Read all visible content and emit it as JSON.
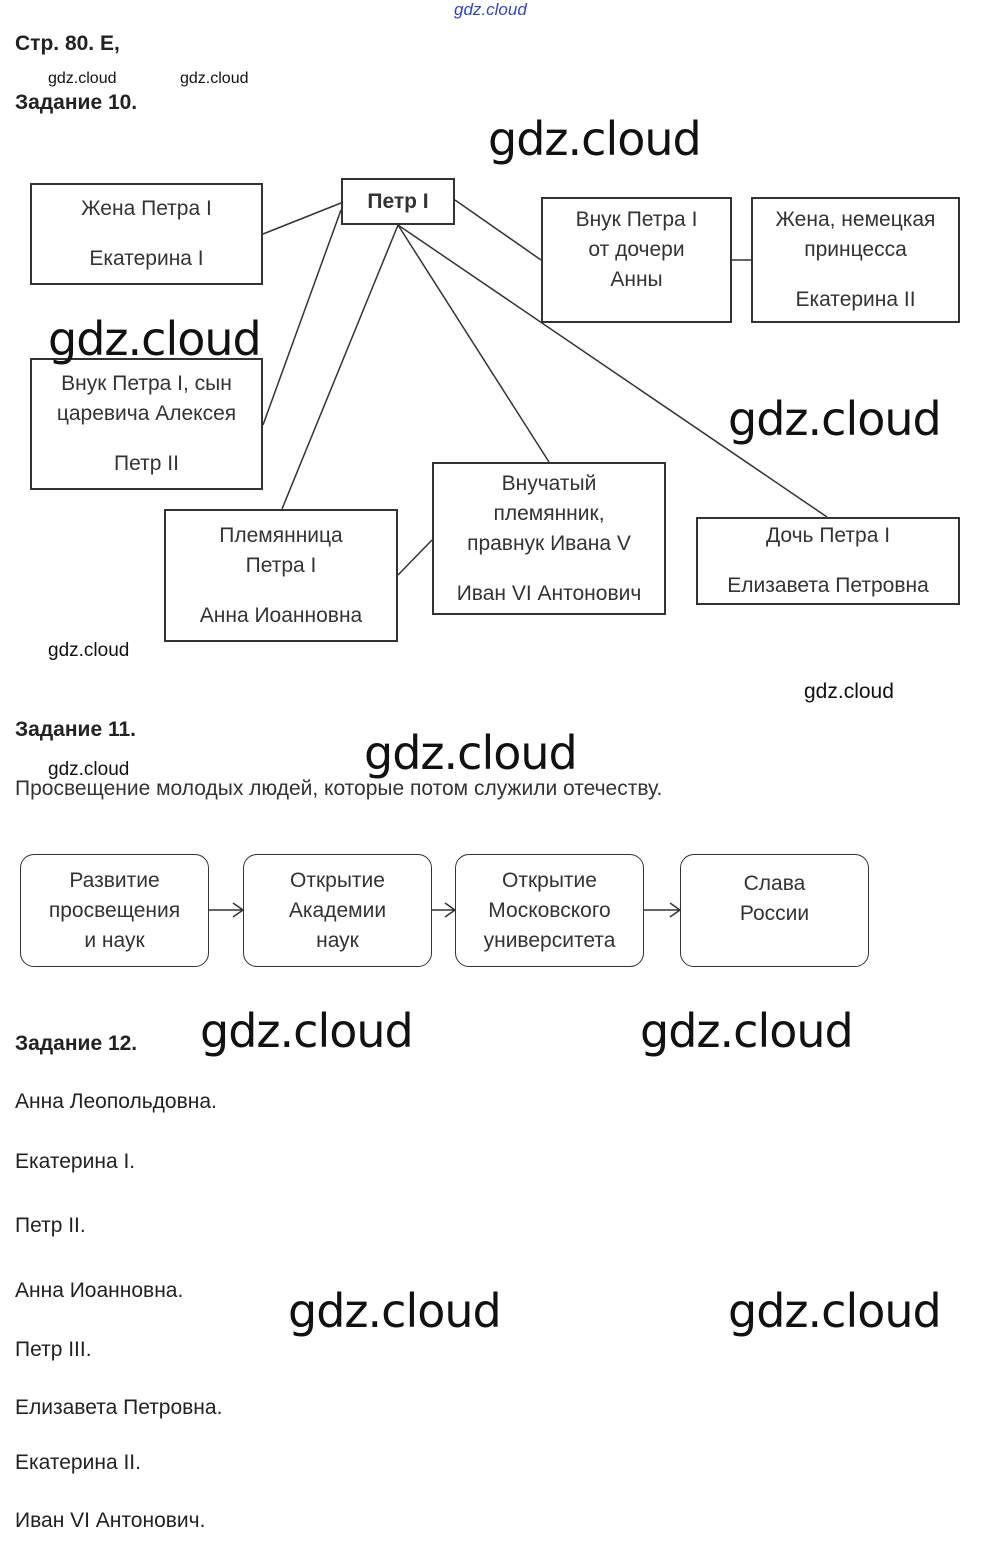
{
  "header": {
    "watermark_top": "gdz.cloud",
    "page_ref": "Стр. 80. Е,",
    "small_watermarks": [
      "gdz.cloud",
      "gdz.cloud"
    ]
  },
  "task10": {
    "title": "Задание 10.",
    "center": "Петр I",
    "boxes": {
      "wife": [
        "Жена Петра I",
        "Екатерина I"
      ],
      "grandson_anna": [
        "Внук Петра I",
        "от дочери",
        "Анны"
      ],
      "german_wife": [
        "Жена, немецкая",
        "принцесса",
        "Екатерина II"
      ],
      "grandson_alexei": [
        "Внук Петра I, сын",
        "царевича Алексея",
        "Петр II"
      ],
      "niece": [
        "Племянница",
        "Петра I",
        "Анна Иоанновна"
      ],
      "great_nephew": [
        "Внучатый",
        "племянник,",
        "правнук Ивана V",
        "Иван VI Антонович"
      ],
      "daughter": [
        "Дочь Петра I",
        "Елизавета Петровна"
      ]
    }
  },
  "task11": {
    "title": "Задание 11.",
    "text": "Просвещение молодых людей, которые потом служили отечеству.",
    "flow": [
      [
        "Развитие",
        "просвещения",
        "и наук"
      ],
      [
        "Открытие",
        "Академии",
        "наук"
      ],
      [
        "Открытие",
        "Московского",
        "университета"
      ],
      [
        "Слава",
        "России"
      ]
    ]
  },
  "task12": {
    "title": "Задание 12.",
    "items": [
      "Анна Леопольдовна.",
      "Екатерина I.",
      "Петр II.",
      "Анна Иоанновна.",
      "Петр III.",
      "Елизавета Петровна.",
      "Екатерина II.",
      "Иван VI Антонович."
    ]
  },
  "watermark": "gdz.cloud"
}
